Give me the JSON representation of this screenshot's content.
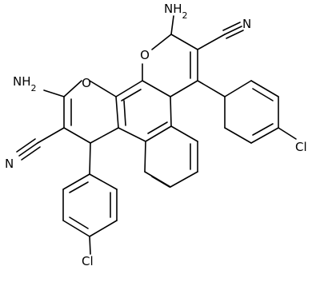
{
  "molecule": {
    "atoms": {
      "o1": "O",
      "o2": "O",
      "nh2_top": "NH2",
      "nh2_left": "NH2",
      "cn_top": "N",
      "cn_left": "N",
      "cl_right": "Cl",
      "cl_bottom": "Cl"
    }
  }
}
